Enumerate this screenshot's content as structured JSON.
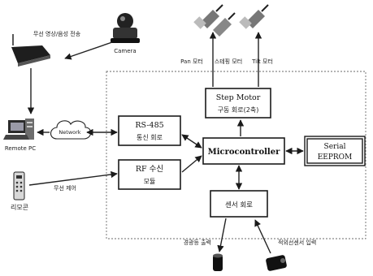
{
  "diagram": {
    "boundary_label": "",
    "camera": {
      "label": "Camera",
      "icon": "camera-icon"
    },
    "router": {
      "label": "",
      "icon": "router-icon"
    },
    "remote_pc": {
      "label": "Remote PC",
      "icon": "computer-icon"
    },
    "remote_control": {
      "label": "리모콘",
      "icon": "remote-control-icon"
    },
    "network": {
      "label": "Network",
      "icon": "cloud-icon"
    },
    "pan_motor": {
      "label": "Pan 모터",
      "icon": "motor-icon"
    },
    "zoom_motor": {
      "label": "스테핑 모터",
      "icon": "motor-icon"
    },
    "tilt_motor": {
      "label": "Tilt 모터",
      "icon": "motor-icon"
    },
    "speaker": {
      "icon": "speaker-icon"
    },
    "ir_sensor": {
      "icon": "sensor-icon"
    },
    "blocks": {
      "rs485": {
        "line1": "RS-485",
        "line2": "통신 회로"
      },
      "rf": {
        "line1": "RF 수신",
        "line2": "모듈"
      },
      "step_motor": {
        "line1": "Step Motor",
        "line2": "구동 회로(2축)"
      },
      "mcu": {
        "line1": "Microcontroller"
      },
      "eeprom": {
        "line1": "Serial",
        "line2": "EEPROM"
      },
      "sensor": {
        "line1": "센서 회로"
      }
    },
    "edge_labels": {
      "camera_to_router": "무선 영상/음성 전송",
      "remote_to_rf": "무선 제어",
      "sensor_to_speaker": "경광등 출력",
      "ir_to_sensor": "적외선센서 입력"
    }
  },
  "colors": {
    "ink": "#1a1a1a",
    "paper": "#ffffff",
    "boundary": "#6a6a6a"
  }
}
